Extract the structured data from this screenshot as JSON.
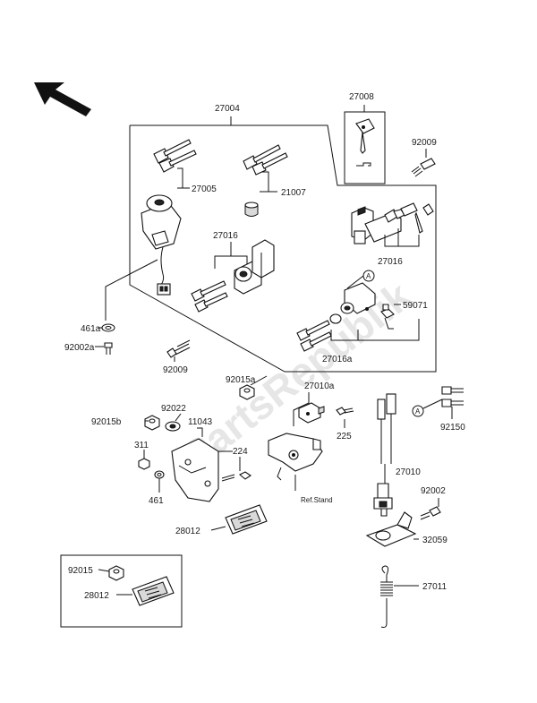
{
  "watermark": "PartsRepublik",
  "reference_stand": "Ref.Stand",
  "callout_letter": "A",
  "part_numbers": {
    "p27004": "27004",
    "p27008": "27008",
    "p92009_top": "92009",
    "p27005": "27005",
    "p21007": "21007",
    "p27016_left": "27016",
    "p27016_right": "27016",
    "p461a": "461a",
    "p92002a": "92002a",
    "p59071": "59071",
    "p92009_bottom": "92009",
    "p27016a": "27016a",
    "p92015a": "92015a",
    "p27010a": "27010a",
    "p92015b": "92015b",
    "p92022": "92022",
    "p11043": "11043",
    "p225": "225",
    "p92150": "92150",
    "p311": "311",
    "p224": "224",
    "p27010": "27010",
    "p461": "461",
    "p92002": "92002",
    "p28012_main": "28012",
    "p32059": "32059",
    "p92015_inset": "92015",
    "p28012_inset": "28012",
    "p27011": "27011"
  }
}
